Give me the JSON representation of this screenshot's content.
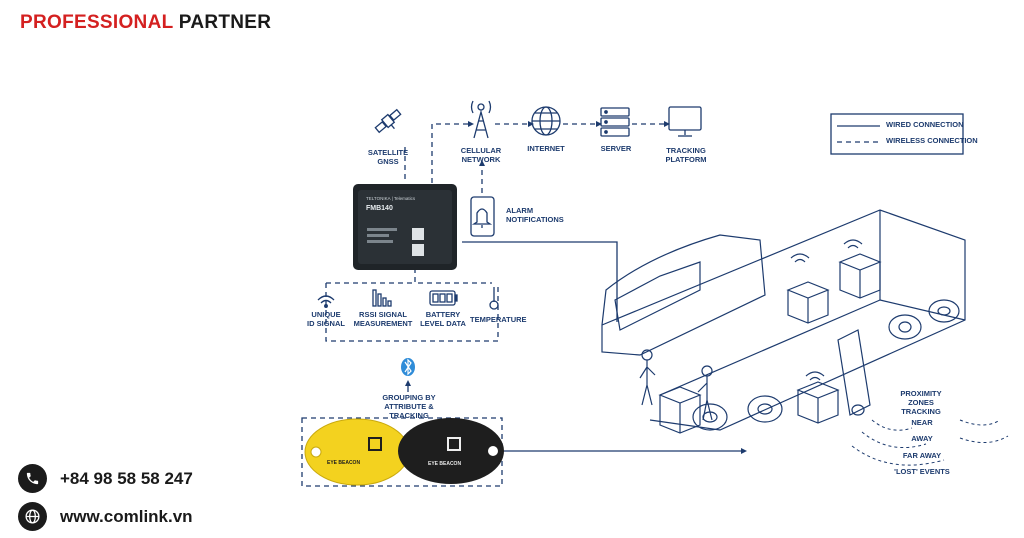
{
  "brand": {
    "part1": "PROFESSIONAL",
    "part2": " PARTNER"
  },
  "legend": {
    "wired": "WIRED CONNECTION",
    "wireless": "WIRELESS CONNECTION"
  },
  "nodes": {
    "satellite": [
      "SATELLITE",
      "GNSS"
    ],
    "cellular": [
      "CELLULAR",
      "NETWORK"
    ],
    "internet": "INTERNET",
    "server": "SERVER",
    "platform": [
      "TRACKING",
      "PLATFORM"
    ],
    "alarm": [
      "ALARM",
      "NOTIFICATIONS"
    ]
  },
  "device": {
    "model": "FMB140",
    "brand": "TELTONIKA | Telematics"
  },
  "features": {
    "unique_id": [
      "UNIQUE",
      "ID SIGNAL"
    ],
    "rssi": [
      "RSSI SIGNAL",
      "MEASUREMENT"
    ],
    "battery": [
      "BATTERY",
      "LEVEL DATA"
    ],
    "temperature": "TEMPERATURE"
  },
  "grouping": [
    "GROUPING BY",
    "ATTRIBUTE & TRACKING"
  ],
  "beacons": {
    "label": "EYE BEACON"
  },
  "proximity": {
    "title": [
      "PROXIMITY ZONES",
      "TRACKING"
    ],
    "near": "NEAR",
    "away": "AWAY",
    "far_away": "FAR AWAY",
    "lost": "'LOST' EVENTS"
  },
  "contact": {
    "phone": "+84 98 58 58 247",
    "website": "www.comlink.vn"
  },
  "colors": {
    "brand_red": "#d42020",
    "navy": "#1d3b6e",
    "beacon_yellow": "#f3d21f",
    "beacon_black": "#1e1e1e"
  }
}
